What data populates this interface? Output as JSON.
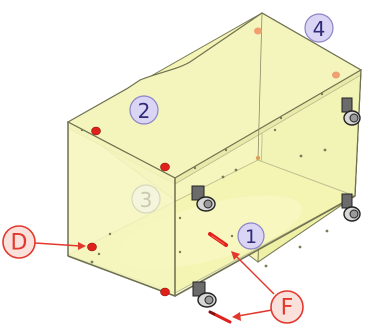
{
  "callouts": {
    "c1": "1",
    "c2": "2",
    "c3": "3",
    "c4": "4"
  },
  "letters": {
    "d": "D",
    "f": "F"
  },
  "colors": {
    "panel_fill": "#f6f7bd",
    "panel_fill_dark": "#eef0a4",
    "edge": "#6f7150",
    "callout_fill": "#dad5f4",
    "callout_stroke": "#8c84c8",
    "callout_text": "#2f2a78",
    "letter_fill": "#fbe1db",
    "letter_stroke": "#e2382e",
    "letter_text": "#e2382e",
    "red_part": "#e0201b",
    "arrow": "#e2382e"
  }
}
